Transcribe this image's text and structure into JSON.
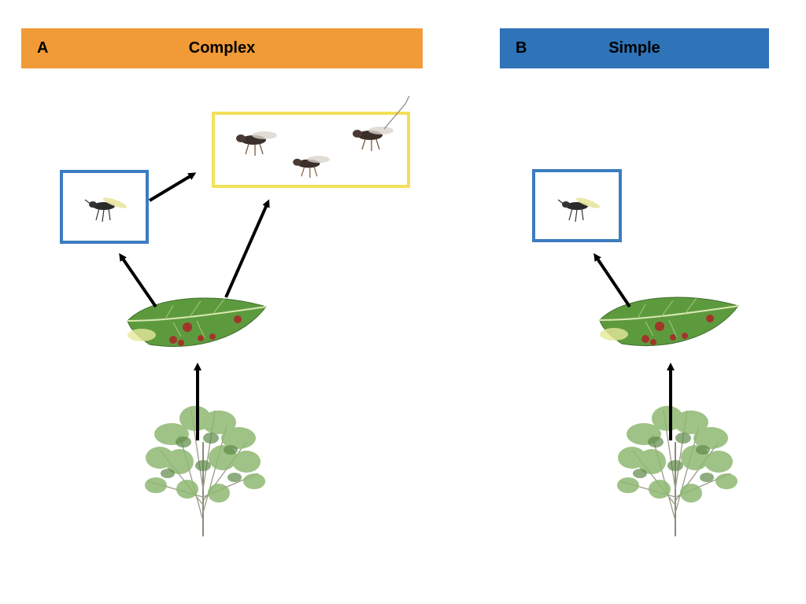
{
  "panel_a": {
    "letter": "A",
    "title": "Complex",
    "color": "#F09A38",
    "fly_box_color": "#3C7CC0",
    "parasitoid_box_color": "#F3E05A"
  },
  "panel_b": {
    "letter": "B",
    "title": "Simple",
    "color": "#2F73B8",
    "fly_box_color": "#3C7CC0"
  },
  "icons": {
    "plant": "willow-plant-icon",
    "leaf": "galled-leaf-icon",
    "midge": "gall-midge-icon",
    "parasitoids": [
      "parasitoid-wasp-icon",
      "parasitoid-wasp-icon",
      "parasitoid-wasp-icon"
    ]
  }
}
